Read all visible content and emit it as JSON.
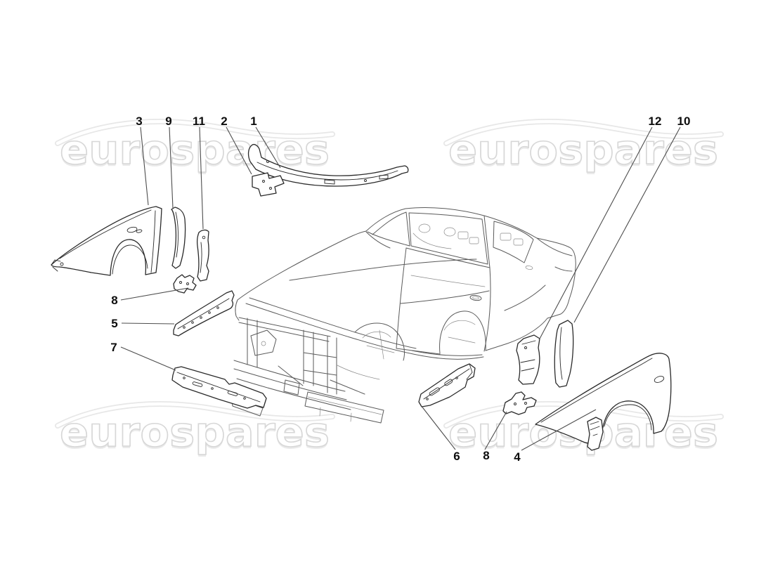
{
  "watermark": {
    "text": "eurospares"
  },
  "callouts": [
    {
      "label": "3"
    },
    {
      "label": "9"
    },
    {
      "label": "11"
    },
    {
      "label": "2"
    },
    {
      "label": "1"
    },
    {
      "label": "12"
    },
    {
      "label": "10"
    },
    {
      "label": "8"
    },
    {
      "label": "5"
    },
    {
      "label": "7"
    },
    {
      "label": "6"
    },
    {
      "label": "8"
    },
    {
      "label": "4"
    }
  ],
  "colors": {
    "background": "#ffffff",
    "body_line": "#5a5a5a",
    "part_line": "#2a2a2a",
    "callout_text": "#0d0d0d",
    "watermark_outline": "#d7d7d7",
    "swoosh": "#e7e7e7"
  }
}
